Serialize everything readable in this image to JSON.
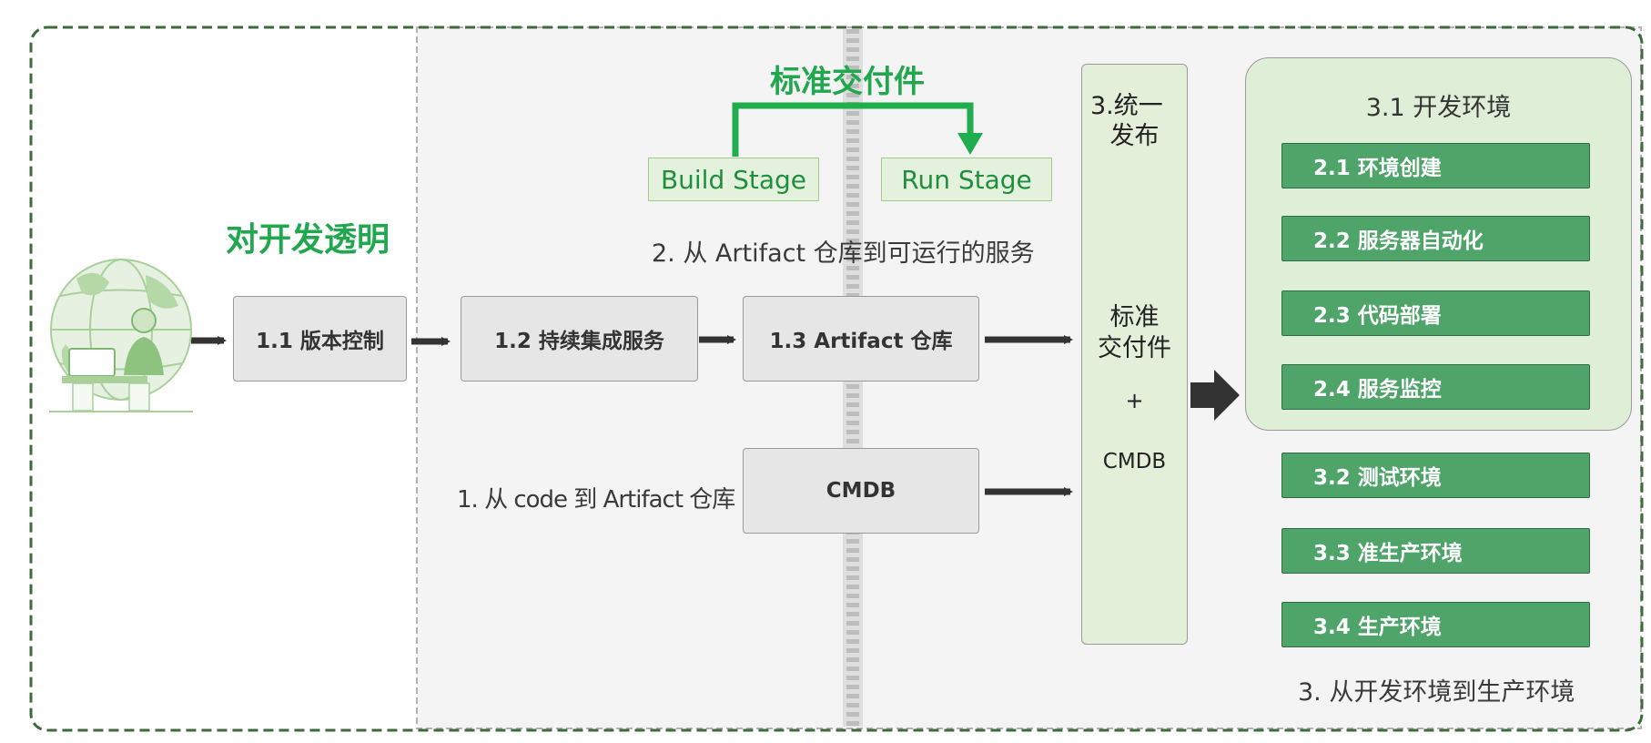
{
  "title_transparent": "对开发透明",
  "title_standard": "标准交付件",
  "stages": {
    "build": "Build Stage",
    "run": "Run Stage"
  },
  "caption_artifact_to_service": "2. 从 Artifact 仓库到可运行的服务",
  "caption_code_to_artifact": "1. 从 code 到 Artifact 仓库",
  "caption_dev_to_prod": "3. 从开发环境到生产环境",
  "steps": {
    "s1_1": "1.1 版本控制",
    "s1_2": "1.2 持续集成服务",
    "s1_3": "1.3 Artifact 仓库",
    "cmdb": "CMDB"
  },
  "release_panel": {
    "title_line1": "3.统一",
    "title_line2": "发布",
    "body_line1": "标准",
    "body_line2": "交付件",
    "plus": "+",
    "cmdb": "CMDB"
  },
  "dev_env": {
    "title": "3.1  开发环境",
    "items": [
      "2.1 环境创建",
      "2.2 服务器自动化",
      "2.3 代码部署",
      "2.4 服务监控"
    ]
  },
  "other_envs": [
    "3.2 测试环境",
    "3.3 准生产环境",
    "3.4 生产环境"
  ],
  "colors": {
    "accent_green": "#21a84f",
    "env_green": "#4fa46a",
    "panel_green": "#e3efd9",
    "arrow": "#333333"
  },
  "icons": [
    "globe-developer-icon"
  ]
}
